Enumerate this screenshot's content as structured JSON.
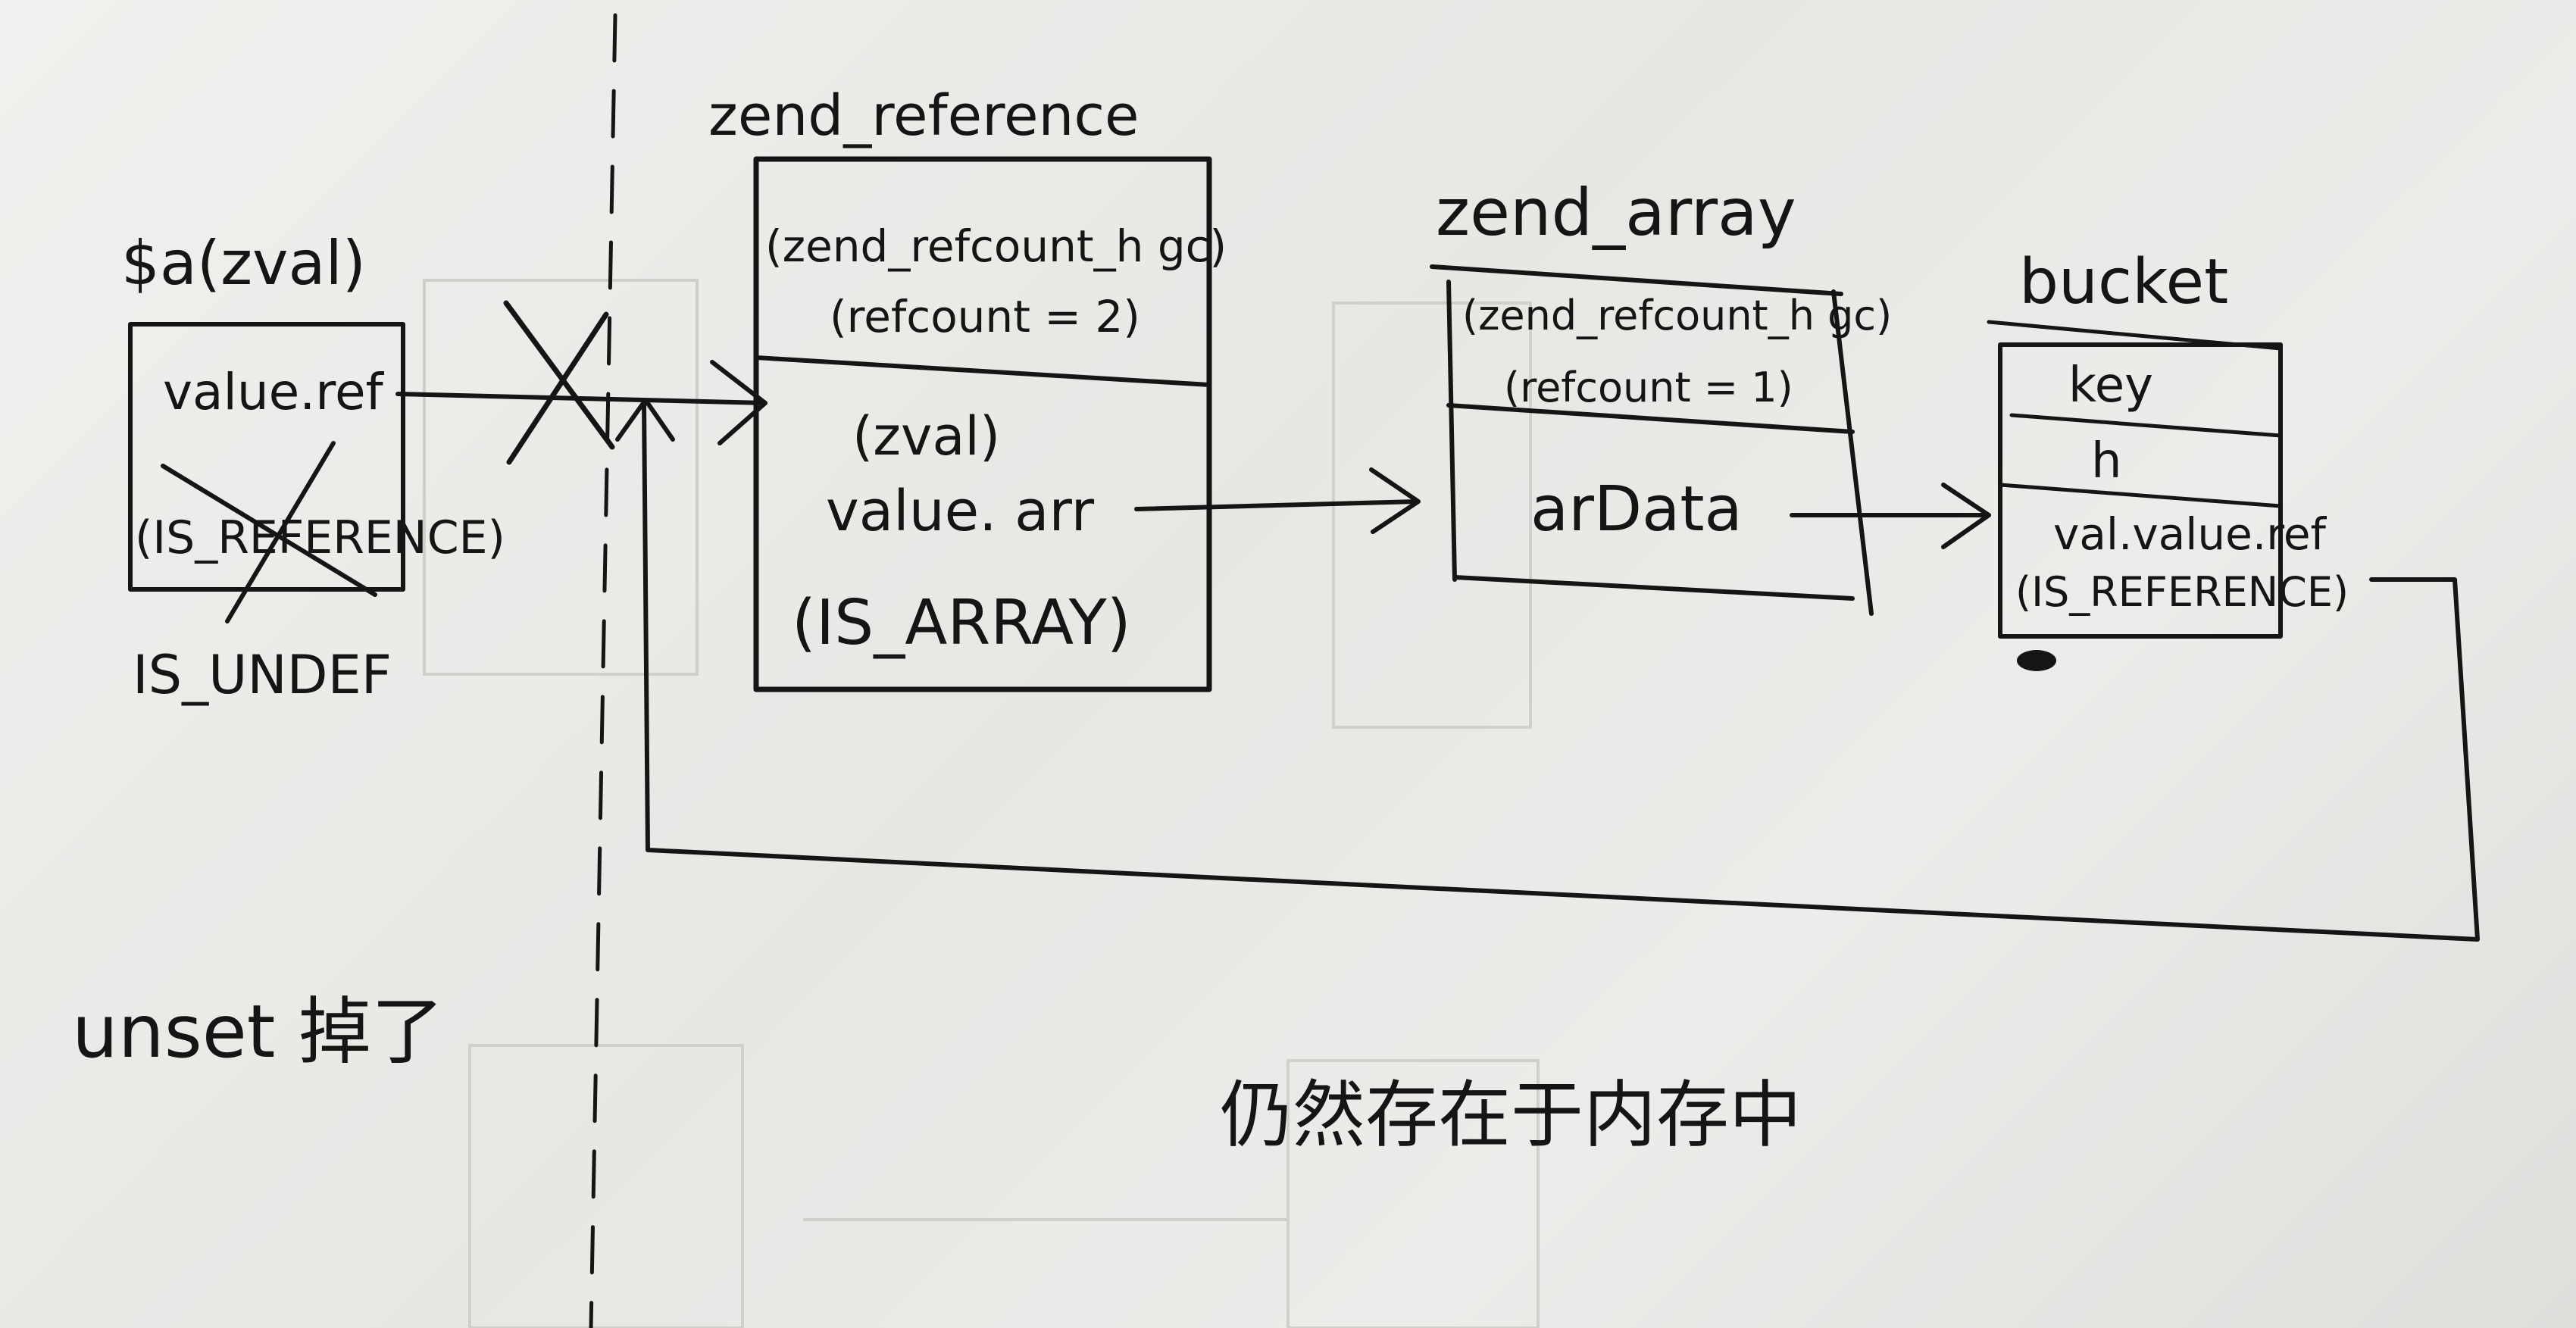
{
  "zval_box": {
    "title": "$a(zval)",
    "field_value": "value.ref",
    "type_crossed": "(IS_REFERENCE)",
    "type_new": "IS_UNDEF"
  },
  "zend_reference": {
    "title": "zend_reference",
    "gc_line1": "(zend_refcount_h gc)",
    "gc_line2": "(refcount = 2)",
    "val_label": "(zval)",
    "val_field": "value. arr",
    "val_type": "(IS_ARRAY)"
  },
  "zend_array": {
    "title": "zend_array",
    "gc_line1": "(zend_refcount_h gc)",
    "gc_line2": "(refcount = 1)",
    "field": "arData"
  },
  "bucket": {
    "title": "bucket",
    "key": "key",
    "h": "h",
    "val_line1": "val.value.ref",
    "val_line2": "(IS_REFERENCE)"
  },
  "notes": {
    "unset": "unset 掉了",
    "still_in_memory": "仍然存在于内存中"
  }
}
